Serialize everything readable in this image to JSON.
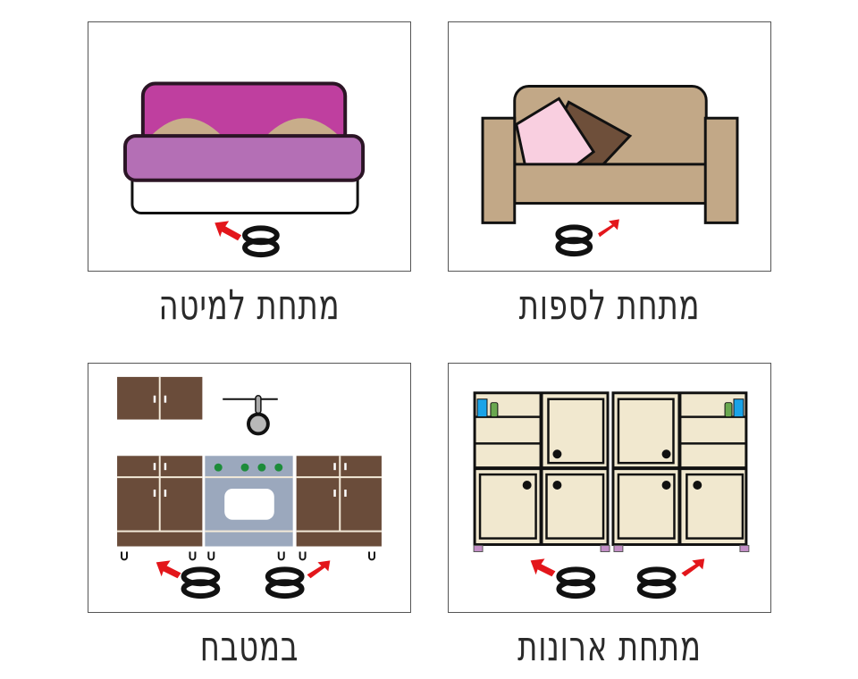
{
  "cards": [
    {
      "id": "bed",
      "caption": "מתחת למיטה",
      "icon": "bed-with-ring-icon"
    },
    {
      "id": "sofa",
      "caption": "מתחת לספות",
      "icon": "sofa-with-ring-icon"
    },
    {
      "id": "kitchen",
      "caption": "במטבח",
      "icon": "kitchen-with-rings-icon"
    },
    {
      "id": "cabinets",
      "caption": "מתחת ארונות",
      "icon": "cabinets-with-rings-icon"
    }
  ],
  "colors": {
    "border": "#555555",
    "outline": "#1a1a1a",
    "arrow": "#e3161b",
    "bed_headboard": "#bf3f9f",
    "bed_blanket": "#b46fb5",
    "bed_pillow": "#c8ad8a",
    "sofa_body": "#c2a887",
    "pillow_pink": "#f9cfe0",
    "pillow_brown": "#6e4f3a",
    "kitchen_cabinet": "#6a4c3a",
    "stove": "#9ba8bd",
    "burner": "#1d8c3a",
    "pan": "#b8b8b8",
    "cabinet_cream": "#f1e8cf",
    "bottle_blue": "#1aa3e8",
    "bottle_green": "#6aa84f",
    "foot_purple": "#c48fc7"
  }
}
